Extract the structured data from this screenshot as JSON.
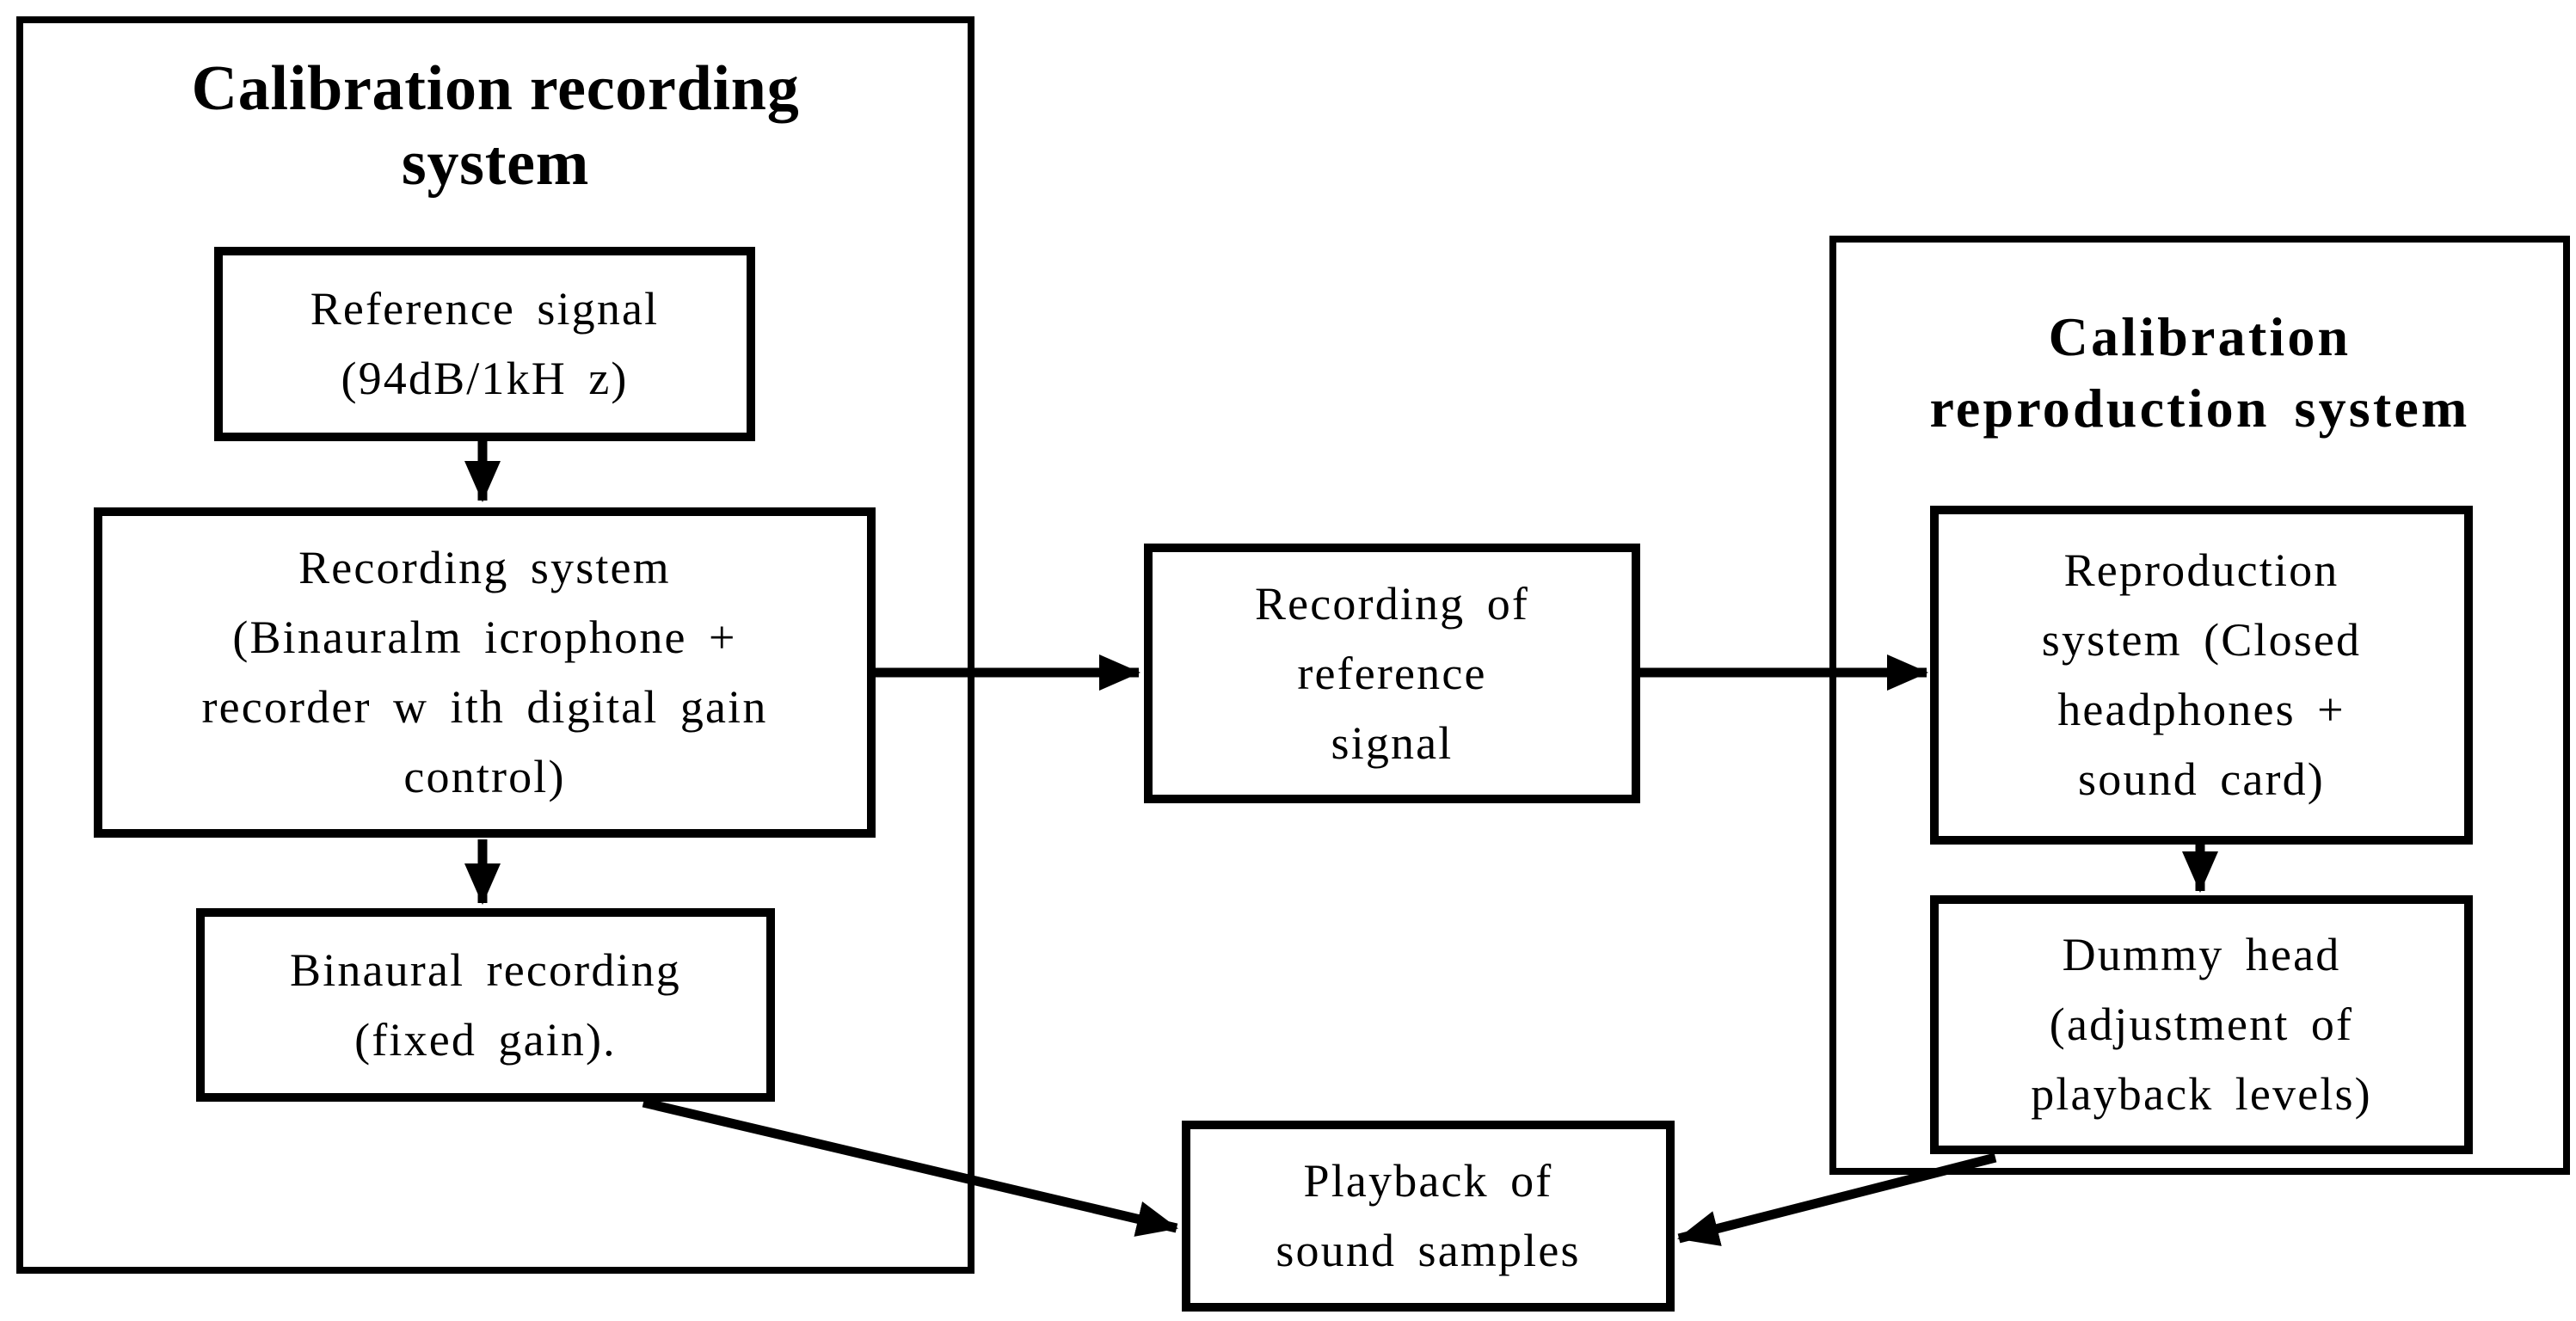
{
  "diagram": {
    "background": "#ffffff",
    "stroke_color": "#000000",
    "recording_group": {
      "title": [
        "Calibration recording",
        "system"
      ],
      "boxes": {
        "reference_signal": [
          "Reference signal",
          "(94dB/1kH z)"
        ],
        "recording_system": [
          "Recording system",
          "(Binauralm icrophone +",
          "recorder w ith digital gain",
          "control)"
        ],
        "binaural_recording": [
          "Binaural recording",
          "(fixed gain)."
        ]
      }
    },
    "middle": {
      "recording_of_reference": [
        "Recording of",
        "reference",
        "signal"
      ],
      "playback": [
        "Playback of",
        "sound samples"
      ]
    },
    "reproduction_group": {
      "title": [
        "Calibration",
        "reproduction system"
      ],
      "boxes": {
        "reproduction_system": [
          "Reproduction",
          "system (Closed",
          "headphones +",
          "sound card)"
        ],
        "dummy_head": [
          "Dummy head",
          "(adjustment of",
          "playback levels)"
        ]
      }
    },
    "connectors": [
      {
        "from": "reference_signal",
        "to": "recording_system"
      },
      {
        "from": "recording_system",
        "to": "binaural_recording"
      },
      {
        "from": "recording_system",
        "to": "recording_of_reference"
      },
      {
        "from": "recording_of_reference",
        "to": "reproduction_system"
      },
      {
        "from": "reproduction_system",
        "to": "dummy_head"
      },
      {
        "from": "binaural_recording",
        "to": "playback"
      },
      {
        "from": "dummy_head",
        "to": "playback"
      }
    ]
  }
}
